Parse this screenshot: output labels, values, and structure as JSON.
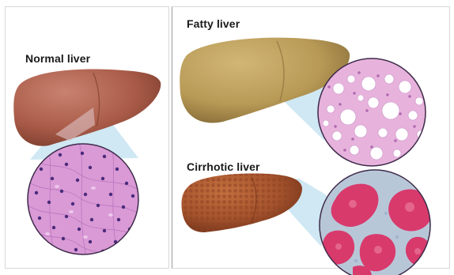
{
  "labels": {
    "normal": "Normal liver",
    "fatty": "Fatty liver",
    "cirrhotic": "Cirrhotic liver"
  },
  "colors": {
    "normal_liver": "#a95b48",
    "fatty_liver": "#b89a56",
    "cirrhotic_liver": "#a3522c",
    "normal_tissue": "#d99ad6",
    "fatty_tissue": "#e7b3dd",
    "cirrhotic_tissue": "#b8c7d8",
    "cirrhotic_nodule": "#d83a6c",
    "zoom_cone": "#bfe0ef"
  }
}
